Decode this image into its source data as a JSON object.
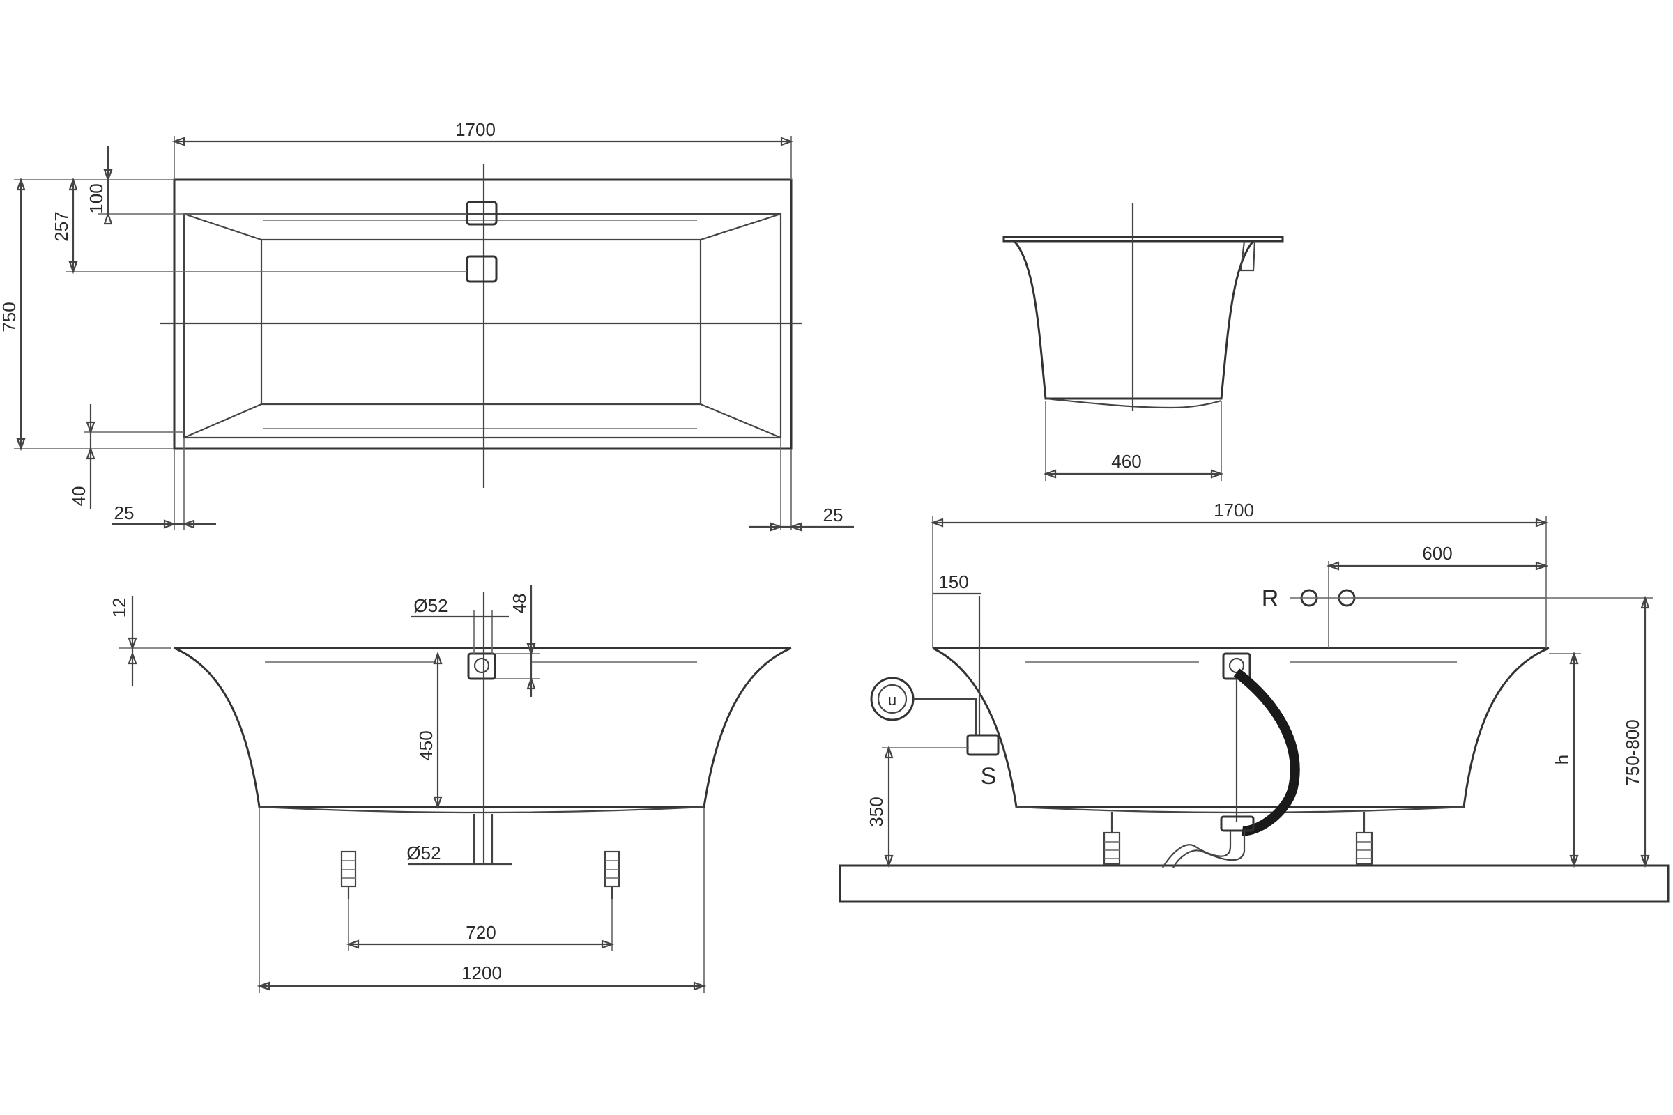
{
  "dimensions": {
    "top_view": {
      "length": "1700",
      "width": "750",
      "d257": "257",
      "d100": "100",
      "d40": "40",
      "d25_left": "25",
      "d25_right": "25"
    },
    "end_view": {
      "bottom_width": "460"
    },
    "front_view": {
      "d12": "12",
      "dia_top": "Ø52",
      "d48": "48",
      "d450": "450",
      "dia_bottom": "Ø52",
      "d720": "720",
      "d1200": "1200"
    },
    "installation_view": {
      "length": "1700",
      "d600": "600",
      "d150": "150",
      "label_r": "R",
      "label_s": "S",
      "d350": "350",
      "label_h": "h",
      "height_range": "750-800"
    }
  },
  "colors": {
    "line": "#333333",
    "hose": "#1a1a1a",
    "background": "#ffffff"
  }
}
